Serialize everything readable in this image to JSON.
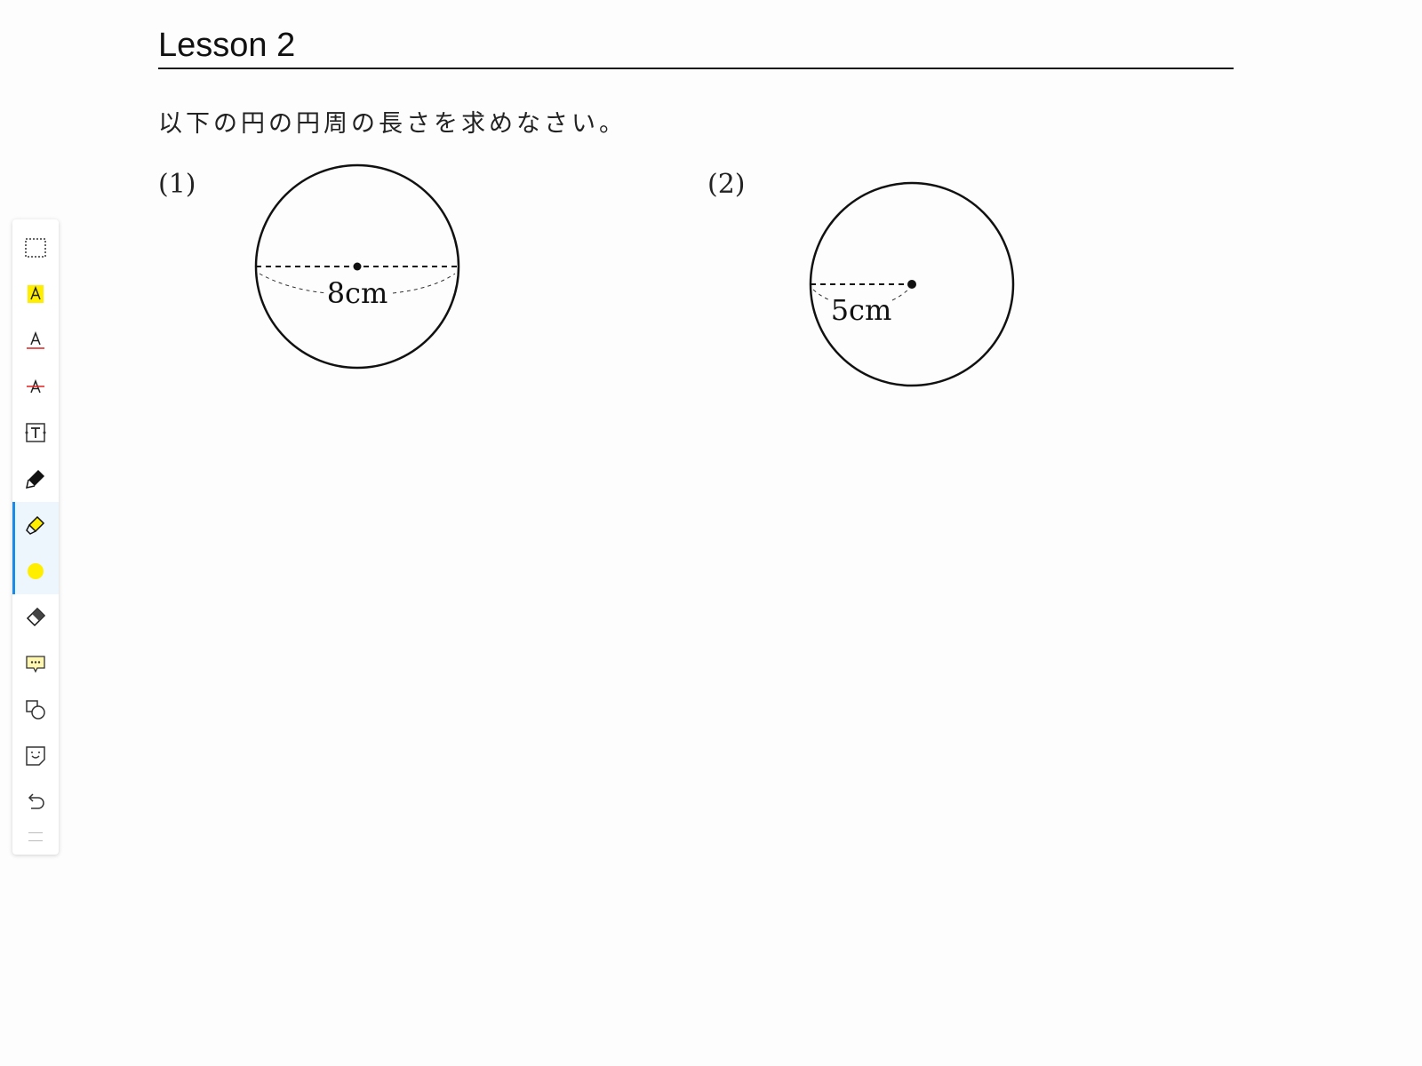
{
  "lesson": {
    "title": "Lesson 2",
    "question": "以下の円の円周の長さを求めなさい。"
  },
  "problems": [
    {
      "number": "(1)",
      "measure_label": "8cm",
      "measure_type": "diameter"
    },
    {
      "number": "(2)",
      "measure_label": "5cm",
      "measure_type": "radius"
    }
  ],
  "toolbar": {
    "tools": [
      {
        "name": "selection-tool",
        "icon": "dashed-rectangle-icon"
      },
      {
        "name": "text-highlight-tool",
        "icon": "highlight-text-icon"
      },
      {
        "name": "underline-tool",
        "icon": "underline-text-icon"
      },
      {
        "name": "strikethrough-tool",
        "icon": "strikethrough-text-icon"
      },
      {
        "name": "text-box-tool",
        "icon": "text-box-icon"
      },
      {
        "name": "pen-tool",
        "icon": "pen-icon"
      },
      {
        "name": "highlighter-tool",
        "icon": "highlighter-icon",
        "active": true
      },
      {
        "name": "color-picker",
        "icon": "color-dot-icon",
        "active": true
      },
      {
        "name": "eraser-tool",
        "icon": "eraser-icon"
      },
      {
        "name": "comment-tool",
        "icon": "comment-icon"
      },
      {
        "name": "shape-tool",
        "icon": "shapes-icon"
      },
      {
        "name": "sticker-tool",
        "icon": "sticker-icon"
      },
      {
        "name": "undo-button",
        "icon": "undo-icon"
      }
    ],
    "colors": {
      "highlight": "#ffee00",
      "underline": "#e02020",
      "active_accent": "#1a8be6"
    }
  }
}
